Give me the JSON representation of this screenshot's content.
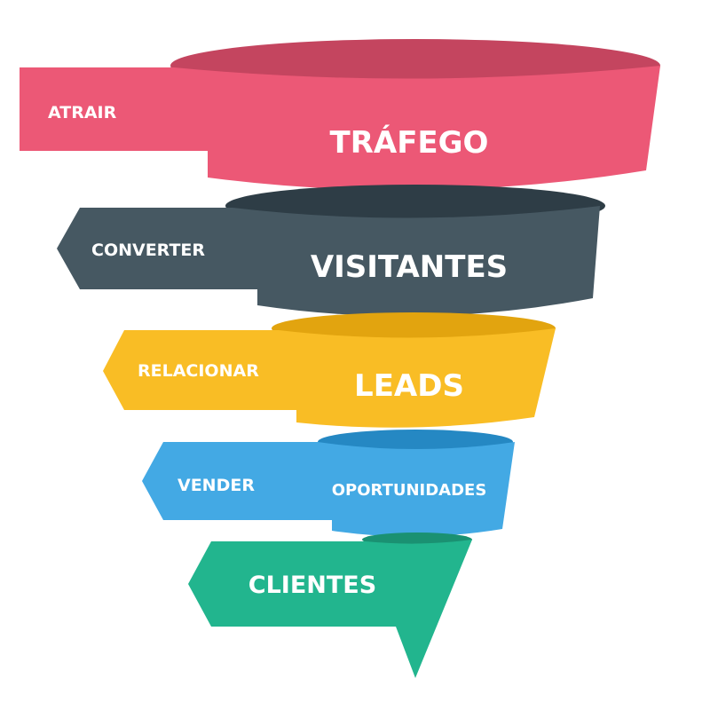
{
  "funnel": {
    "stages": [
      {
        "action": "ATRAIR",
        "result": "TRÁFEGO",
        "color": "#ec5876",
        "shade": "#c4455f"
      },
      {
        "action": "CONVERTER",
        "result": "VISITANTES",
        "color": "#465862",
        "shade": "#2e3d46"
      },
      {
        "action": "RELACIONAR",
        "result": "LEADS",
        "color": "#f9bd25",
        "shade": "#e2a40f"
      },
      {
        "action": "VENDER",
        "result": "OPORTUNIDADES",
        "color": "#43a9e4",
        "shade": "#2588c3"
      },
      {
        "action": "",
        "result": "CLIENTES",
        "color": "#22b58e",
        "shade": "#1a9172"
      }
    ]
  }
}
